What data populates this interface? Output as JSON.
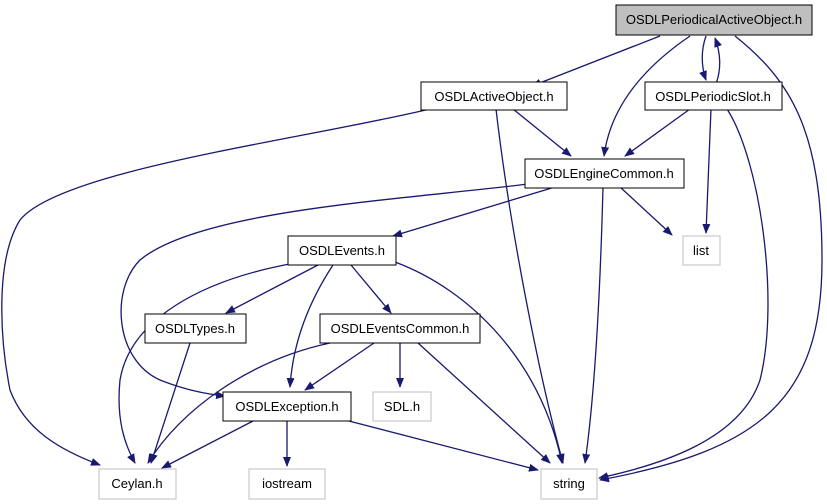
{
  "colors": {
    "edge": "#191970",
    "root_fill": "#bfbfbf",
    "node_border": "#000000",
    "external_border": "#bfbfbf",
    "background": "#ffffff"
  },
  "nodes": {
    "root": {
      "label": "OSDLPeriodicalActiveObject.h",
      "kind": "root"
    },
    "active": {
      "label": "OSDLActiveObject.h",
      "kind": "internal"
    },
    "slot": {
      "label": "OSDLPeriodicSlot.h",
      "kind": "internal"
    },
    "engine": {
      "label": "OSDLEngineCommon.h",
      "kind": "internal"
    },
    "list": {
      "label": "list",
      "kind": "external"
    },
    "events": {
      "label": "OSDLEvents.h",
      "kind": "internal"
    },
    "types": {
      "label": "OSDLTypes.h",
      "kind": "internal"
    },
    "eventscommon": {
      "label": "OSDLEventsCommon.h",
      "kind": "internal"
    },
    "exception": {
      "label": "OSDLException.h",
      "kind": "internal"
    },
    "sdl": {
      "label": "SDL.h",
      "kind": "external"
    },
    "ceylan": {
      "label": "Ceylan.h",
      "kind": "external"
    },
    "iostream": {
      "label": "iostream",
      "kind": "external"
    },
    "string": {
      "label": "string",
      "kind": "external"
    }
  },
  "edges": [
    [
      "root",
      "active"
    ],
    [
      "root",
      "engine"
    ],
    [
      "root",
      "slot"
    ],
    [
      "root",
      "string"
    ],
    [
      "slot",
      "root"
    ],
    [
      "active",
      "ceylan"
    ],
    [
      "active",
      "engine"
    ],
    [
      "active",
      "string"
    ],
    [
      "slot",
      "engine"
    ],
    [
      "slot",
      "list"
    ],
    [
      "slot",
      "string"
    ],
    [
      "engine",
      "events"
    ],
    [
      "engine",
      "exception"
    ],
    [
      "engine",
      "list"
    ],
    [
      "engine",
      "string"
    ],
    [
      "events",
      "ceylan"
    ],
    [
      "events",
      "types"
    ],
    [
      "events",
      "eventscommon"
    ],
    [
      "events",
      "exception"
    ],
    [
      "events",
      "string"
    ],
    [
      "types",
      "ceylan"
    ],
    [
      "eventscommon",
      "ceylan"
    ],
    [
      "eventscommon",
      "exception"
    ],
    [
      "eventscommon",
      "sdl"
    ],
    [
      "eventscommon",
      "string"
    ],
    [
      "exception",
      "ceylan"
    ],
    [
      "exception",
      "iostream"
    ],
    [
      "exception",
      "string"
    ]
  ]
}
